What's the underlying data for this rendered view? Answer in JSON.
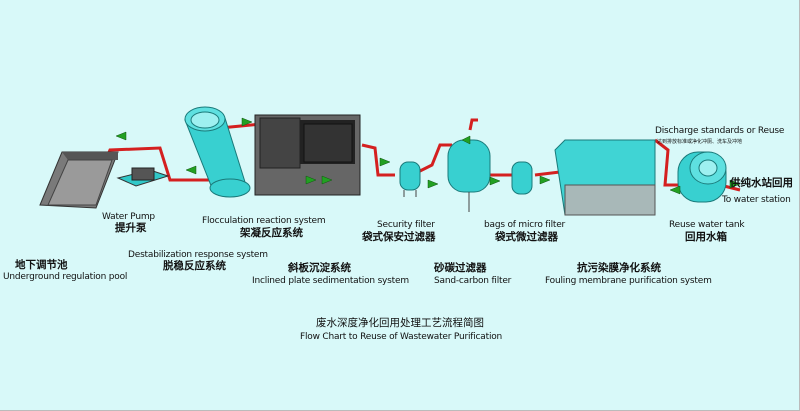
{
  "labels": {
    "pump_en": "Water Pump",
    "pump_cn": "提升泵",
    "floc_en": "Flocculation reaction system",
    "floc_cn": "架凝反应系统",
    "destab_en": "Destabilization response system",
    "destab_cn": "脱稳反应系统",
    "pool_cn": "地下调节池",
    "pool_en": "Underground regulation pool",
    "incl_cn": "斜板沉淀系统",
    "incl_en": "Inclined plate sedimentation system",
    "security_en": "Security filter",
    "security_cn": "袋式保安过滤器",
    "sand_cn": "砂碳过滤器",
    "sand_en": "Sand-carbon filter",
    "micro_en": "bags of micro filter",
    "micro_cn": "袋式微过滤器",
    "membrane_cn": "抗污染膜净化系统",
    "membrane_en": "Fouling membrane purification system",
    "tank_en": "Reuse water tank",
    "tank_cn": "回用水箱",
    "discharge_en": "Discharge standards or Reuse",
    "discharge_cn": "达到排放标准或净化冲厕、洗车及冲地",
    "station_cn": "供纯水站回用",
    "station_en": "To water station"
  },
  "title": {
    "cn": "废水深度净化回用处理工艺流程简图",
    "en": "Flow Chart to Reuse of Wastewater Purification"
  },
  "colors": {
    "background": "#d8f9f9",
    "pipe": "#d42020",
    "arrow": "#22a022",
    "equipment": "#36d0d0",
    "basin": "#6a6a6a"
  }
}
